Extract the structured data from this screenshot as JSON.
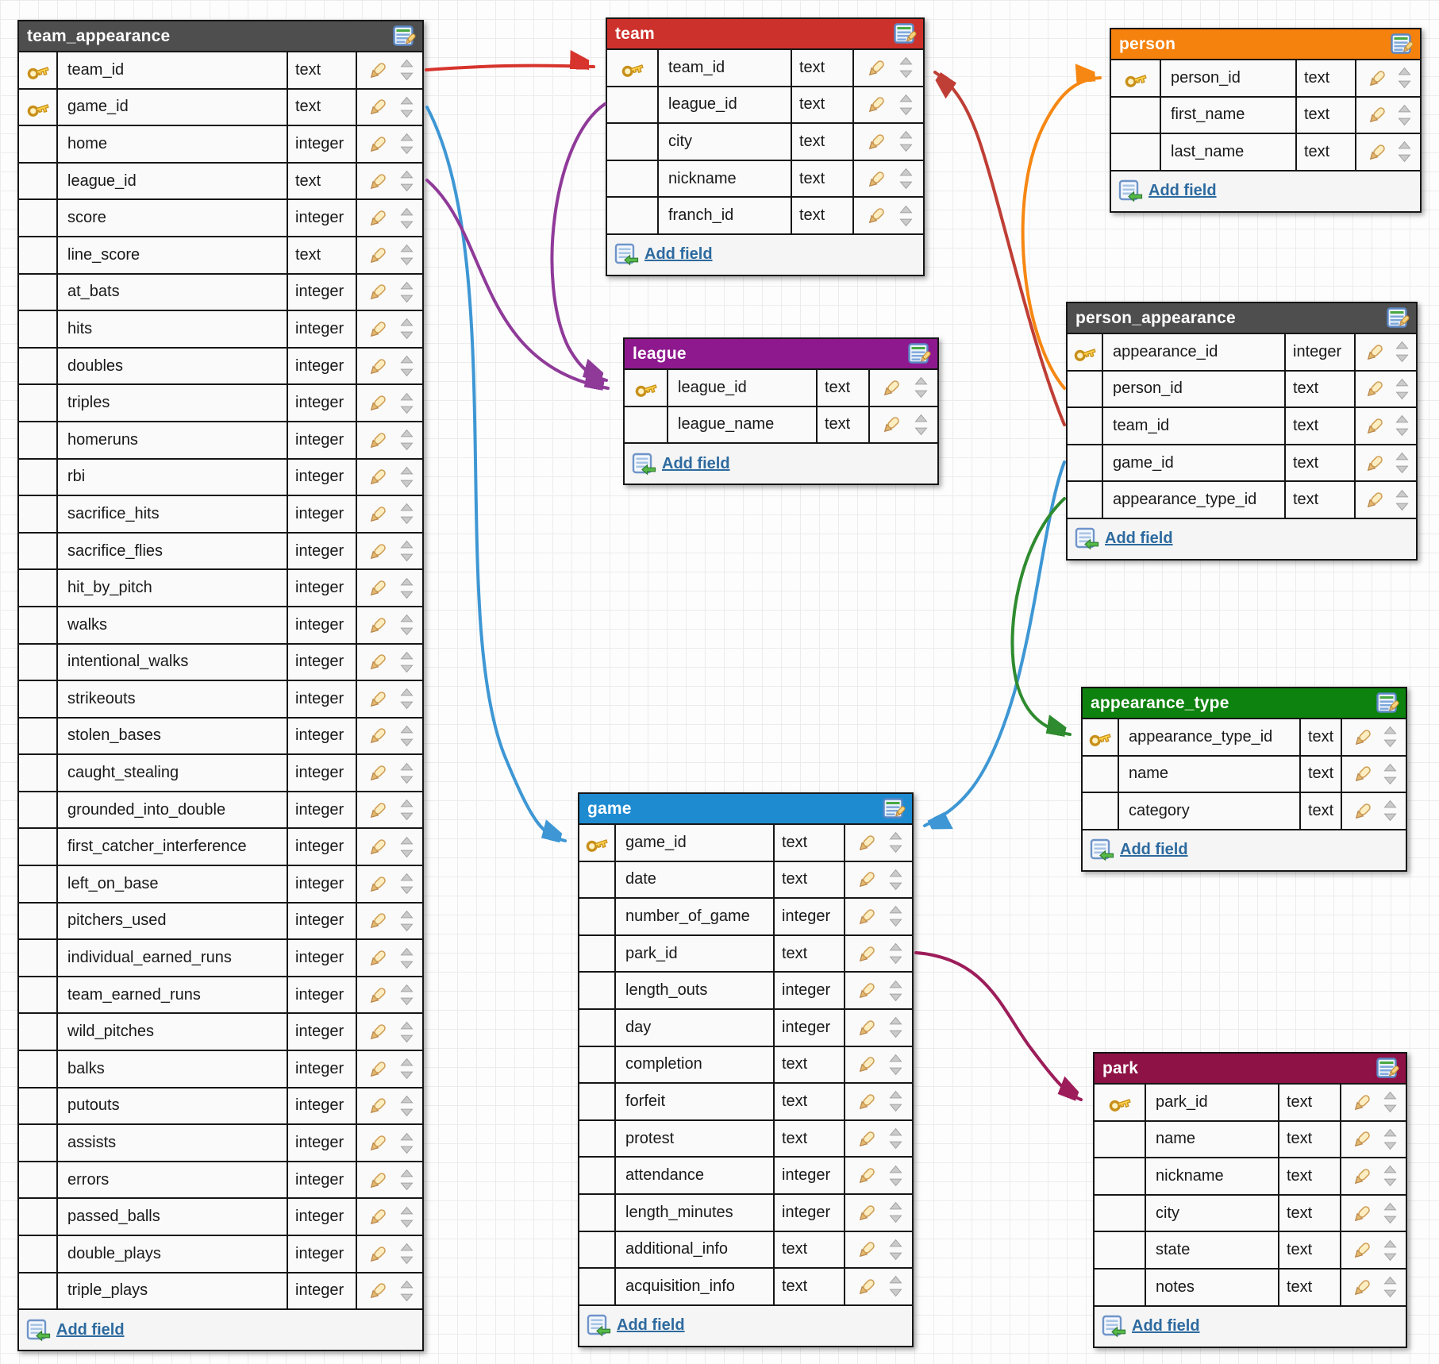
{
  "ui": {
    "add_field_label": "Add field",
    "icons": {
      "primary_key": "key-icon",
      "edit_field": "pencil-icon",
      "reorder_field": "up-down-arrows-icon",
      "edit_table": "table-edit-icon",
      "add_field": "table-add-row-icon"
    }
  },
  "tables": [
    {
      "name": "team_appearance",
      "header_color": "#4e4e4e",
      "fields": [
        {
          "name": "team_id",
          "type": "text",
          "pk": true
        },
        {
          "name": "game_id",
          "type": "text",
          "pk": true
        },
        {
          "name": "home",
          "type": "integer",
          "pk": false
        },
        {
          "name": "league_id",
          "type": "text",
          "pk": false
        },
        {
          "name": "score",
          "type": "integer",
          "pk": false
        },
        {
          "name": "line_score",
          "type": "text",
          "pk": false
        },
        {
          "name": "at_bats",
          "type": "integer",
          "pk": false
        },
        {
          "name": "hits",
          "type": "integer",
          "pk": false
        },
        {
          "name": "doubles",
          "type": "integer",
          "pk": false
        },
        {
          "name": "triples",
          "type": "integer",
          "pk": false
        },
        {
          "name": "homeruns",
          "type": "integer",
          "pk": false
        },
        {
          "name": "rbi",
          "type": "integer",
          "pk": false
        },
        {
          "name": "sacrifice_hits",
          "type": "integer",
          "pk": false
        },
        {
          "name": "sacrifice_flies",
          "type": "integer",
          "pk": false
        },
        {
          "name": "hit_by_pitch",
          "type": "integer",
          "pk": false
        },
        {
          "name": "walks",
          "type": "integer",
          "pk": false
        },
        {
          "name": "intentional_walks",
          "type": "integer",
          "pk": false
        },
        {
          "name": "strikeouts",
          "type": "integer",
          "pk": false
        },
        {
          "name": "stolen_bases",
          "type": "integer",
          "pk": false
        },
        {
          "name": "caught_stealing",
          "type": "integer",
          "pk": false
        },
        {
          "name": "grounded_into_double",
          "type": "integer",
          "pk": false
        },
        {
          "name": "first_catcher_interference",
          "type": "integer",
          "pk": false
        },
        {
          "name": "left_on_base",
          "type": "integer",
          "pk": false
        },
        {
          "name": "pitchers_used",
          "type": "integer",
          "pk": false
        },
        {
          "name": "individual_earned_runs",
          "type": "integer",
          "pk": false
        },
        {
          "name": "team_earned_runs",
          "type": "integer",
          "pk": false
        },
        {
          "name": "wild_pitches",
          "type": "integer",
          "pk": false
        },
        {
          "name": "balks",
          "type": "integer",
          "pk": false
        },
        {
          "name": "putouts",
          "type": "integer",
          "pk": false
        },
        {
          "name": "assists",
          "type": "integer",
          "pk": false
        },
        {
          "name": "errors",
          "type": "integer",
          "pk": false
        },
        {
          "name": "passed_balls",
          "type": "integer",
          "pk": false
        },
        {
          "name": "double_plays",
          "type": "integer",
          "pk": false
        },
        {
          "name": "triple_plays",
          "type": "integer",
          "pk": false
        }
      ]
    },
    {
      "name": "team",
      "header_color": "#cd312b",
      "fields": [
        {
          "name": "team_id",
          "type": "text",
          "pk": true
        },
        {
          "name": "league_id",
          "type": "text",
          "pk": false
        },
        {
          "name": "city",
          "type": "text",
          "pk": false
        },
        {
          "name": "nickname",
          "type": "text",
          "pk": false
        },
        {
          "name": "franch_id",
          "type": "text",
          "pk": false
        }
      ]
    },
    {
      "name": "person",
      "header_color": "#f5820d",
      "fields": [
        {
          "name": "person_id",
          "type": "text",
          "pk": true
        },
        {
          "name": "first_name",
          "type": "text",
          "pk": false
        },
        {
          "name": "last_name",
          "type": "text",
          "pk": false
        }
      ]
    },
    {
      "name": "league",
      "header_color": "#8e198e",
      "fields": [
        {
          "name": "league_id",
          "type": "text",
          "pk": true
        },
        {
          "name": "league_name",
          "type": "text",
          "pk": false
        }
      ]
    },
    {
      "name": "person_appearance",
      "header_color": "#4e4e4e",
      "fields": [
        {
          "name": "appearance_id",
          "type": "integer",
          "pk": true
        },
        {
          "name": "person_id",
          "type": "text",
          "pk": false
        },
        {
          "name": "team_id",
          "type": "text",
          "pk": false
        },
        {
          "name": "game_id",
          "type": "text",
          "pk": false
        },
        {
          "name": "appearance_type_id",
          "type": "text",
          "pk": false
        }
      ]
    },
    {
      "name": "game",
      "header_color": "#1e8bd1",
      "fields": [
        {
          "name": "game_id",
          "type": "text",
          "pk": true
        },
        {
          "name": "date",
          "type": "text",
          "pk": false
        },
        {
          "name": "number_of_game",
          "type": "integer",
          "pk": false
        },
        {
          "name": "park_id",
          "type": "text",
          "pk": false
        },
        {
          "name": "length_outs",
          "type": "integer",
          "pk": false
        },
        {
          "name": "day",
          "type": "integer",
          "pk": false
        },
        {
          "name": "completion",
          "type": "text",
          "pk": false
        },
        {
          "name": "forfeit",
          "type": "text",
          "pk": false
        },
        {
          "name": "protest",
          "type": "text",
          "pk": false
        },
        {
          "name": "attendance",
          "type": "integer",
          "pk": false
        },
        {
          "name": "length_minutes",
          "type": "integer",
          "pk": false
        },
        {
          "name": "additional_info",
          "type": "text",
          "pk": false
        },
        {
          "name": "acquisition_info",
          "type": "text",
          "pk": false
        }
      ]
    },
    {
      "name": "appearance_type",
      "header_color": "#0e820e",
      "fields": [
        {
          "name": "appearance_type_id",
          "type": "text",
          "pk": true
        },
        {
          "name": "name",
          "type": "text",
          "pk": false
        },
        {
          "name": "category",
          "type": "text",
          "pk": false
        }
      ]
    },
    {
      "name": "park",
      "header_color": "#8e1245",
      "fields": [
        {
          "name": "park_id",
          "type": "text",
          "pk": true
        },
        {
          "name": "name",
          "type": "text",
          "pk": false
        },
        {
          "name": "nickname",
          "type": "text",
          "pk": false
        },
        {
          "name": "city",
          "type": "text",
          "pk": false
        },
        {
          "name": "state",
          "type": "text",
          "pk": false
        },
        {
          "name": "notes",
          "type": "text",
          "pk": false
        }
      ]
    }
  ],
  "relations": [
    {
      "id": "team_appearance_team",
      "from": "team_appearance.team_id",
      "to": "team.team_id",
      "color": "#d6342c"
    },
    {
      "id": "team_appearance_game",
      "from": "team_appearance.game_id",
      "to": "game.game_id",
      "color": "#3e97d4"
    },
    {
      "id": "team_appearance_league",
      "from": "team_appearance.league_id",
      "to": "league.league_id",
      "color": "#8f3a99"
    },
    {
      "id": "team_league",
      "from": "team.league_id",
      "to": "league.league_id",
      "color": "#8f3a99"
    },
    {
      "id": "person_appearance_person",
      "from": "person_appearance.person_id",
      "to": "person.person_id",
      "color": "#f68712"
    },
    {
      "id": "person_appearance_team",
      "from": "person_appearance.team_id",
      "to": "team.team_id",
      "color": "#bf3e35"
    },
    {
      "id": "person_appearance_game",
      "from": "person_appearance.game_id",
      "to": "game.game_id",
      "color": "#3e97d4"
    },
    {
      "id": "person_appearance_appearance_type",
      "from": "person_appearance.appearance_type_id",
      "to": "appearance_type.appearance_type_id",
      "color": "#2f8b2f"
    },
    {
      "id": "game_park",
      "from": "game.park_id",
      "to": "park.park_id",
      "color": "#9c1d5a"
    }
  ]
}
